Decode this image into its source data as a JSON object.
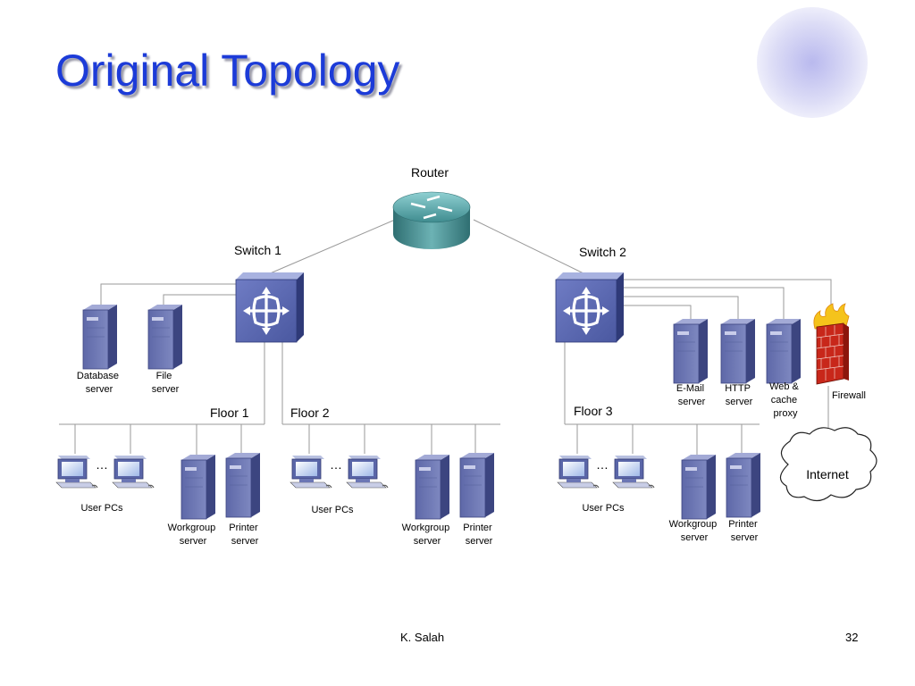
{
  "slide": {
    "title": "Original Topology",
    "author": "K. Salah",
    "page_number": "32"
  },
  "diagram": {
    "router_label": "Router",
    "switch1_label": "Switch 1",
    "switch2_label": "Switch 2",
    "database_server_label": [
      "Database",
      "server"
    ],
    "file_server_label": [
      "File",
      "server"
    ],
    "email_server_label": [
      "E-Mail",
      "server"
    ],
    "http_server_label": [
      "HTTP",
      "server"
    ],
    "web_cache_label": [
      "Web &",
      "cache",
      "proxy"
    ],
    "firewall_label": "Firewall",
    "internet_label": "Internet",
    "floors": [
      {
        "label": "Floor 1",
        "user_pcs_label": "User PCs",
        "ellipsis": "…",
        "workgroup_label": [
          "Workgroup",
          "server"
        ],
        "printer_label": [
          "Printer",
          "server"
        ]
      },
      {
        "label": "Floor 2",
        "user_pcs_label": "User PCs",
        "ellipsis": "…",
        "workgroup_label": [
          "Workgroup",
          "server"
        ],
        "printer_label": [
          "Printer",
          "server"
        ]
      },
      {
        "label": "Floor 3",
        "user_pcs_label": "User PCs",
        "ellipsis": "…",
        "workgroup_label": [
          "Workgroup",
          "server"
        ],
        "printer_label": [
          "Printer",
          "server"
        ]
      }
    ],
    "icons": [
      "router-icon",
      "switch-icon",
      "server-tower-icon",
      "desktop-pc-icon",
      "firewall-icon",
      "cloud-icon"
    ],
    "colors": {
      "title": "#1c3bd8",
      "switch": "#5a69b0",
      "server": "#6e78ae",
      "router": "#3f8c8f",
      "firewall": "#c8271a",
      "wire": "#9a9a9a",
      "decor_circle": "#c8c8f0"
    }
  }
}
